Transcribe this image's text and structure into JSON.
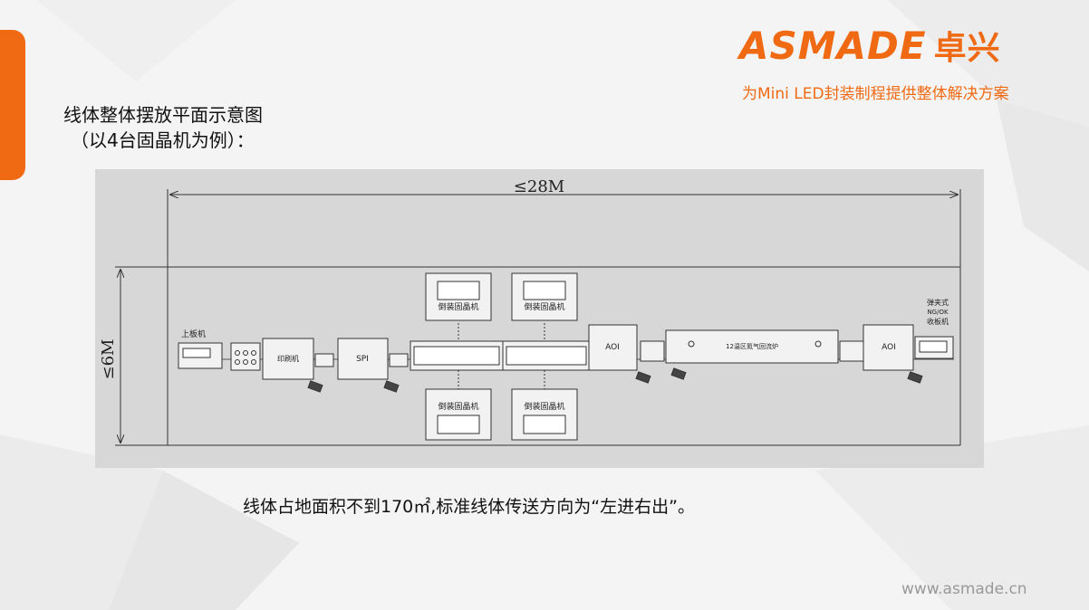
{
  "header": {
    "logo_text": "ASMADE",
    "logo_cn": "卓兴",
    "tagline": "为Mini LED封装制程提供整体解决方案"
  },
  "slide": {
    "title": "线体整体摆放平面示意图",
    "subtitle": "（以4台固晶机为例）：",
    "caption": "线体占地面积不到170㎡,标准线体传送方向为“左进右出”。",
    "website": "www.asmade.cn"
  },
  "diagram": {
    "length_label": "≤28M",
    "width_label": "≤6M",
    "loader": "上板机",
    "printer": "印刷机",
    "spi": "SPI",
    "die_bonder_top_1": "倒装固晶机",
    "die_bonder_top_2": "倒装固晶机",
    "die_bonder_bottom_1": "倒装固晶机",
    "die_bonder_bottom_2": "倒装固晶机",
    "aoi_1": "AOI",
    "reflow_oven": "12温区氮气回流炉",
    "aoi_2": "AOI",
    "unloader_line1": "弹夹式",
    "unloader_line2": "NG/OK",
    "unloader_line3": "收板机"
  },
  "colors": {
    "accent": "#f06a14",
    "diagram_bg": "#d7d7d7",
    "machine_fill": "#f2f2f2",
    "stroke": "#333333"
  }
}
